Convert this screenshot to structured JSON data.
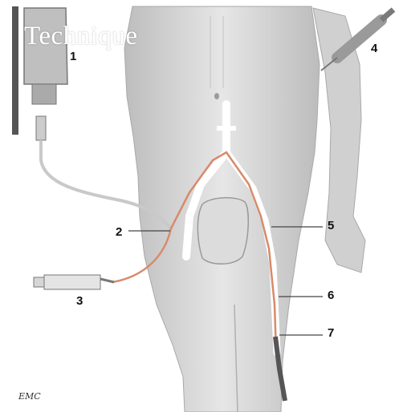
{
  "title": "Technique",
  "labels": [
    "1",
    "2",
    "3",
    "4",
    "5",
    "6",
    "7"
  ],
  "logo": "EMC",
  "colors": {
    "catheter": "#d88a6a",
    "body": "#d2d2d2",
    "outline": "#9a9a9a"
  }
}
